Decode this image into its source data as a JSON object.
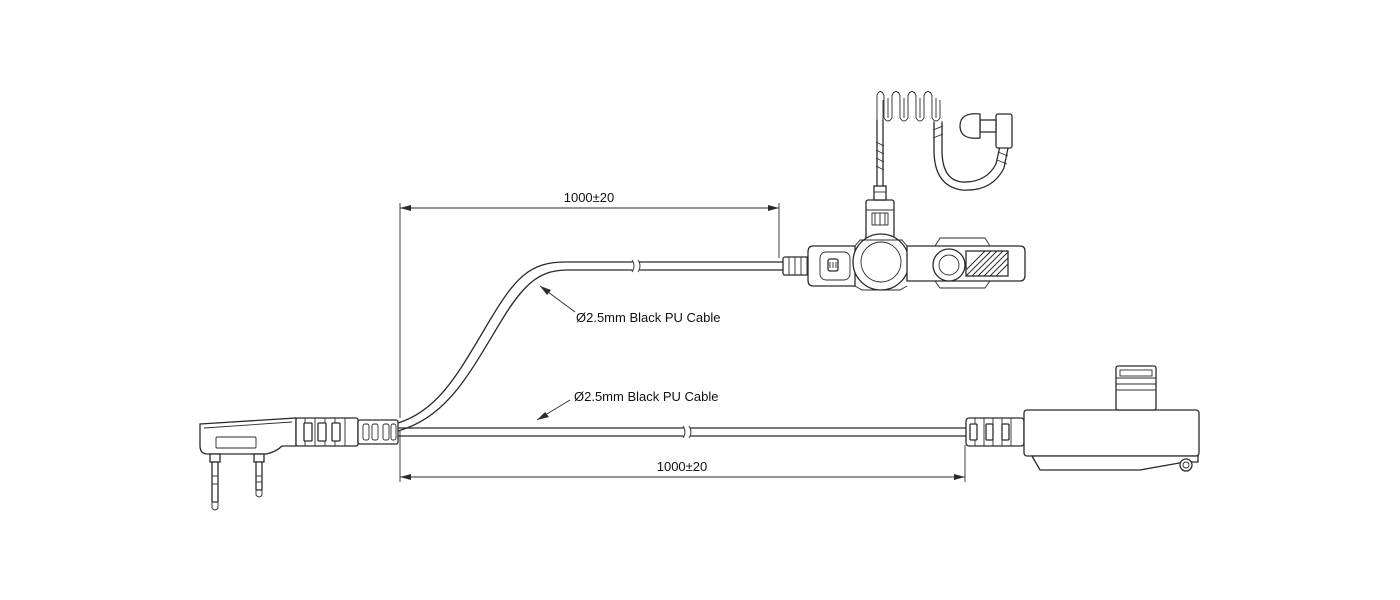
{
  "drawing": {
    "dimension_top": "1000±20",
    "dimension_bottom": "1000±20",
    "cable_note_upper": "Ø2.5mm Black PU Cable",
    "cable_note_lower": "Ø2.5mm Black PU Cable"
  }
}
